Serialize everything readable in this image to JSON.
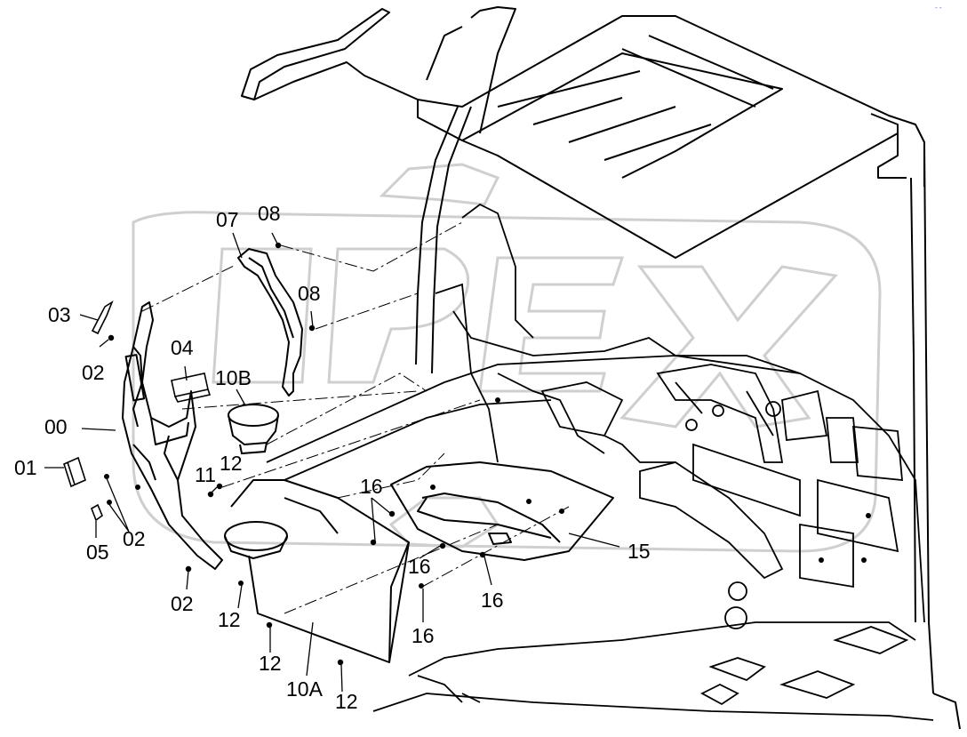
{
  "diagram": {
    "watermark": "OPEX",
    "corner_mark": "- -",
    "callouts": [
      {
        "id": "c07",
        "text": "07"
      },
      {
        "id": "c08a",
        "text": "08"
      },
      {
        "id": "c08b",
        "text": "08"
      },
      {
        "id": "c03",
        "text": "03"
      },
      {
        "id": "c02a",
        "text": "02"
      },
      {
        "id": "c04",
        "text": "04"
      },
      {
        "id": "c10b",
        "text": "10B"
      },
      {
        "id": "c00",
        "text": "00"
      },
      {
        "id": "c01",
        "text": "01"
      },
      {
        "id": "c11",
        "text": "11"
      },
      {
        "id": "c12a",
        "text": "12"
      },
      {
        "id": "c16a",
        "text": "16"
      },
      {
        "id": "c05",
        "text": "05"
      },
      {
        "id": "c02b",
        "text": "02"
      },
      {
        "id": "c16b",
        "text": "16"
      },
      {
        "id": "c15",
        "text": "15"
      },
      {
        "id": "c02c",
        "text": "02"
      },
      {
        "id": "c16c",
        "text": "16"
      },
      {
        "id": "c12b",
        "text": "12"
      },
      {
        "id": "c16d",
        "text": "16"
      },
      {
        "id": "c12c",
        "text": "12"
      },
      {
        "id": "c10a",
        "text": "10A"
      },
      {
        "id": "c12d",
        "text": "12"
      }
    ]
  }
}
